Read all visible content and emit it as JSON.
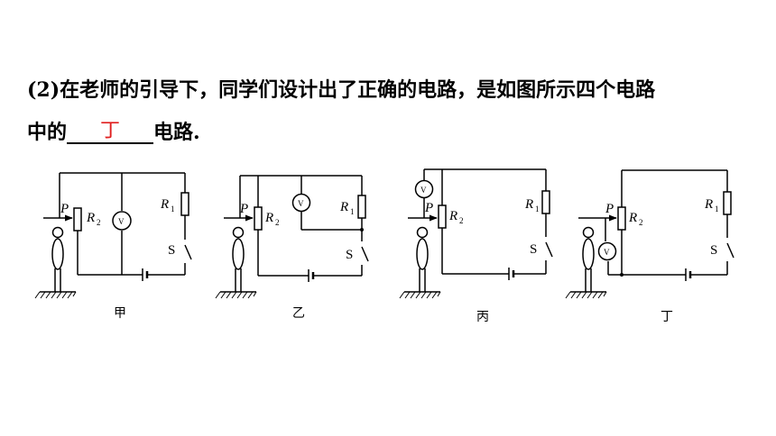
{
  "question": {
    "line1": "(2)在老师的引导下，同学们设计出了正确的电路，是如图所示四个电路",
    "line2_prefix": "中的",
    "answer": "丁",
    "line2_suffix": "电路."
  },
  "figures": {
    "captions": [
      "甲",
      "乙",
      "丙",
      "丁"
    ],
    "labels": {
      "slider": "P",
      "rheostat": "R",
      "rheostat_sub": "2",
      "resistor": "R",
      "resistor_sub": "1",
      "switch": "S",
      "voltmeter": "V"
    }
  },
  "colors": {
    "answer": "#e02020",
    "ink": "#000000"
  }
}
